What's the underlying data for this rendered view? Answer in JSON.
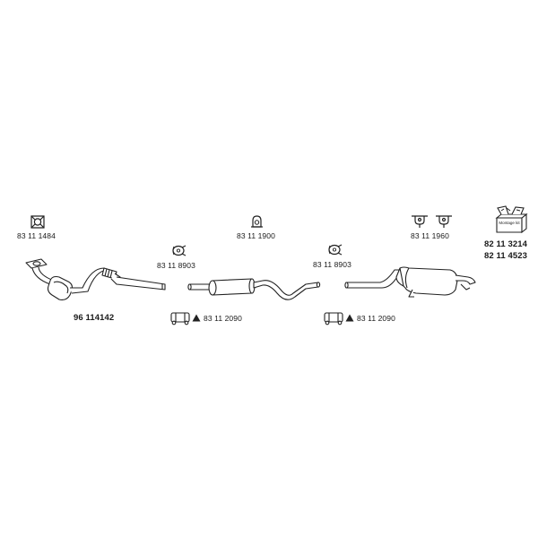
{
  "colors": {
    "line": "#222222",
    "fill": "#ffffff",
    "text": "#1a1a1a"
  },
  "diagram": {
    "parts": [
      {
        "id": "gasket-flange",
        "icon": "square-gasket-icon",
        "part_no": "83 11 1484"
      },
      {
        "id": "clamp-1",
        "icon": "pipe-clamp-icon",
        "part_no": "83 11 8903"
      },
      {
        "id": "rubber-mount",
        "icon": "rubber-mount-icon",
        "part_no": "83 11 1900"
      },
      {
        "id": "clamp-2",
        "icon": "pipe-clamp-icon",
        "part_no": "83 11 8903"
      },
      {
        "id": "hangers",
        "icon": "hanger-pair-icon",
        "part_no": "83 11 1960"
      },
      {
        "id": "mounting-kit-1",
        "icon": "mounting-kit-box-icon",
        "part_no": "82 11 3214"
      },
      {
        "id": "mounting-kit-2",
        "part_no": "82 11 4523"
      },
      {
        "id": "catalytic-converter",
        "icon": "catalytic-converter-icon",
        "part_no": "96 114142"
      },
      {
        "id": "sleeve-1",
        "icon": "connector-sleeve-icon",
        "part_no": "83 11 2090"
      },
      {
        "id": "sleeve-2",
        "icon": "connector-sleeve-icon",
        "part_no": "83 11 2090"
      }
    ],
    "pipe_sections": [
      {
        "id": "front-pipe",
        "icon": "front-pipe-icon"
      },
      {
        "id": "middle-silencer",
        "icon": "middle-silencer-icon"
      },
      {
        "id": "rear-silencer",
        "icon": "rear-silencer-icon"
      }
    ],
    "box_text": "Montage kit"
  }
}
